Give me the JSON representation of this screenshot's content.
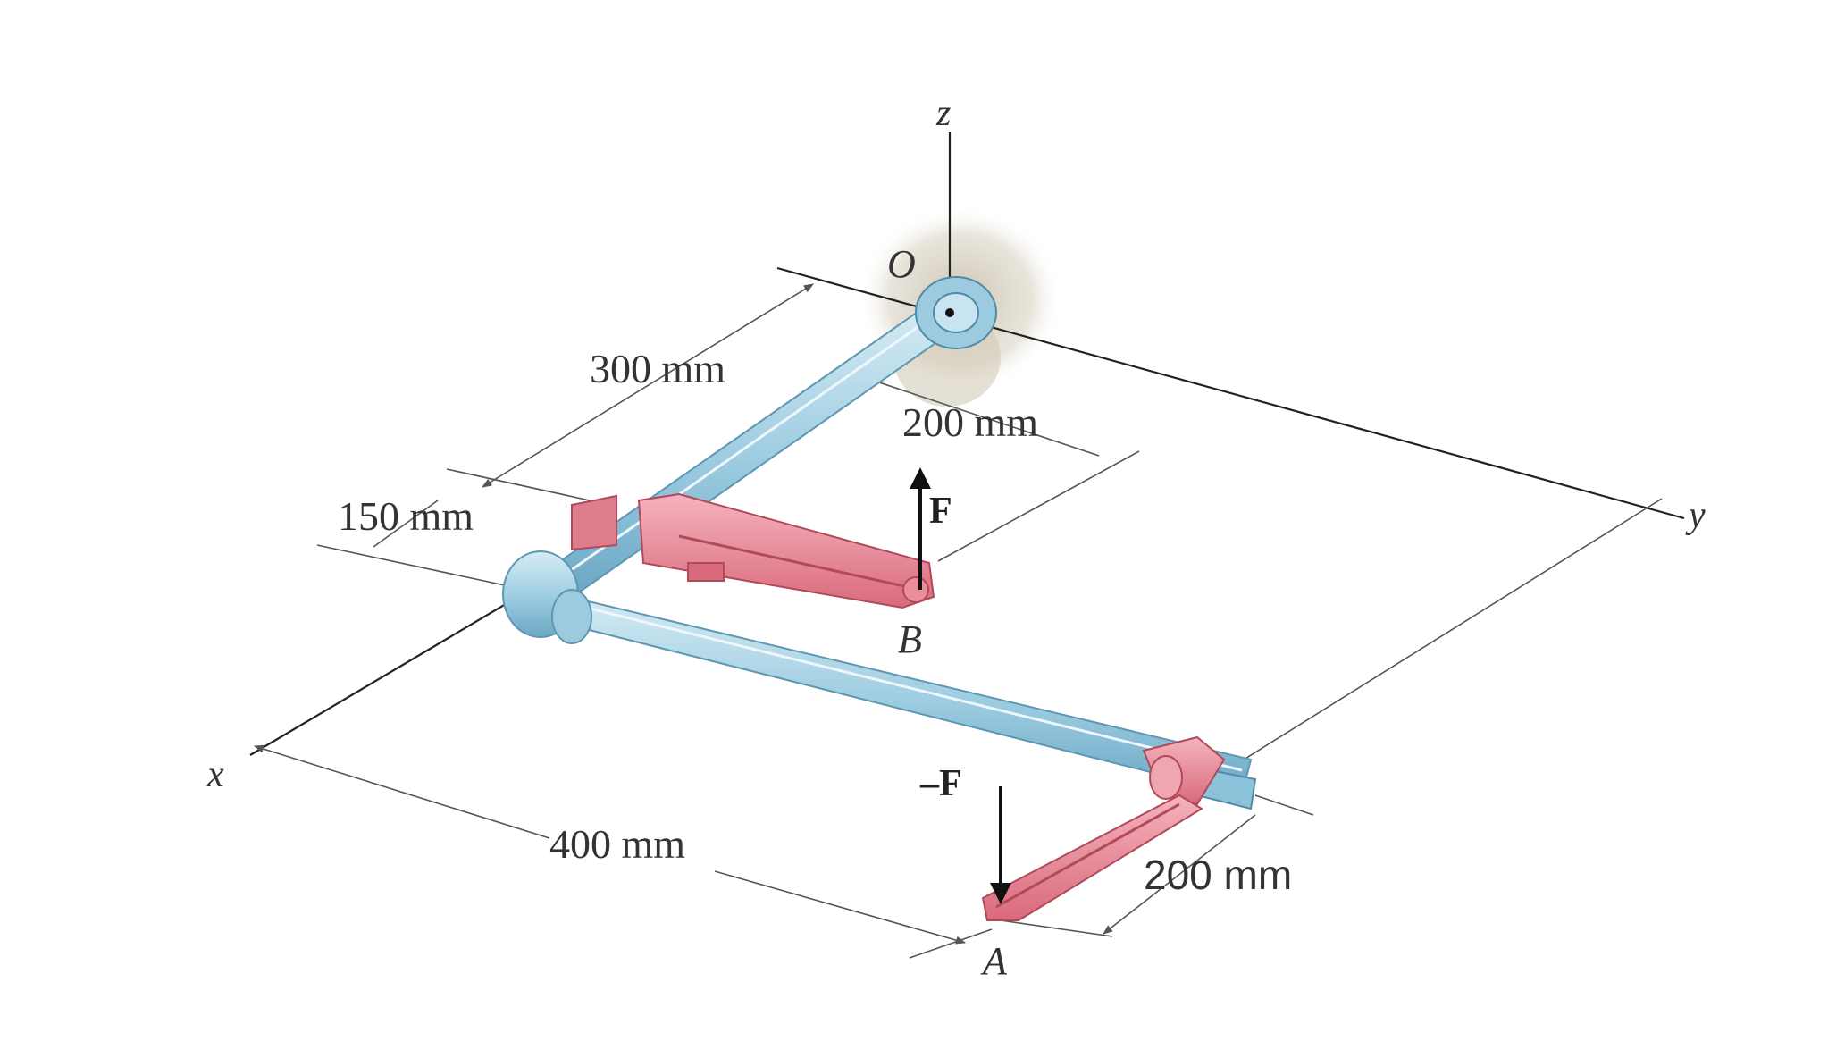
{
  "axes": {
    "z": "z",
    "y": "y",
    "x": "x"
  },
  "points": {
    "O": "O",
    "B": "B",
    "A": "A"
  },
  "forces": {
    "F": "F",
    "neg_F": "–F"
  },
  "dimensions": {
    "d300": "300 mm",
    "d200_upper": "200 mm",
    "d150": "150 mm",
    "d400": "400 mm",
    "d200_lower": "200 mm"
  },
  "colors": {
    "pipe": "#a9d3e6",
    "pipe_dark": "#6aa8c4",
    "wrench": "#e98e9b",
    "wrench_dark": "#c45a6a",
    "wall_shadow": "#cfc9b8"
  }
}
